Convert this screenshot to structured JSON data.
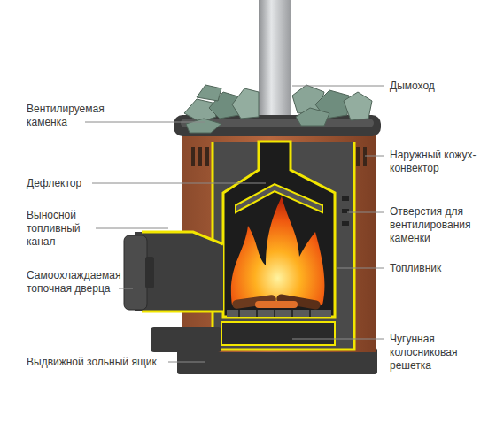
{
  "diagram": {
    "labels": [
      "Вентилируемая каменка",
      "Дефлектор",
      "Выносной топливный канал",
      "Самоохлаждаемая топочная дверца",
      "Выдвижной зольный ящик",
      "Дымоход",
      "Наружный кожух-конвектор",
      "Отверстия для вентилирования каменки",
      "Топливник",
      "Чугунная колосниковая решетка"
    ]
  }
}
